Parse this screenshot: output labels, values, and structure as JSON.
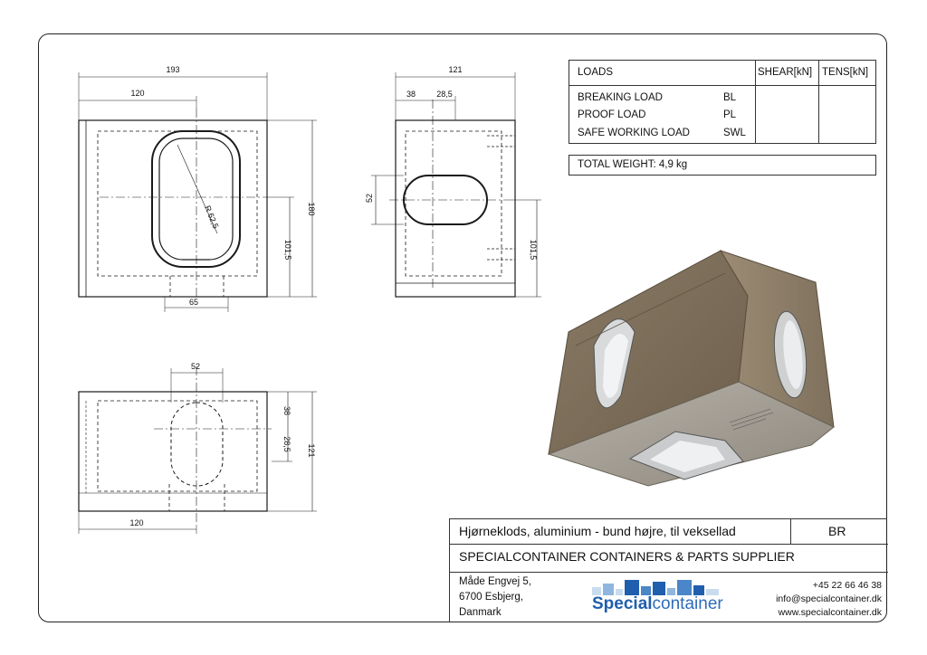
{
  "drawing": {
    "front_view": {
      "dims": [
        "193",
        "120",
        "180",
        "101,5",
        "65"
      ],
      "radius_label": "R 62,5"
    },
    "side_view": {
      "dims": [
        "121",
        "38",
        "28,5",
        "52",
        "101,5"
      ]
    },
    "bottom_view": {
      "dims": [
        "52",
        "38",
        "28,5",
        "121",
        "120"
      ]
    }
  },
  "loads_table": {
    "header": {
      "title": "LOADS",
      "shear": "SHEAR[kN]",
      "tens": "TENS[kN]"
    },
    "rows": [
      {
        "label": "BREAKING LOAD",
        "code": "BL"
      },
      {
        "label": "PROOF LOAD",
        "code": "PL"
      },
      {
        "label": "SAFE WORKING LOAD",
        "code": "SWL"
      }
    ],
    "total_weight": "TOTAL WEIGHT:  4,9 kg"
  },
  "title_block": {
    "description": "Hjørneklods, aluminium - bund højre, til veksellad",
    "code": "BR",
    "company": "SPECIALCONTAINER CONTAINERS & PARTS SUPPLIER",
    "address": [
      "Måde Engvej 5,",
      "6700 Esbjerg,",
      "Danmark"
    ],
    "contact": [
      "+45 22 66 46 38",
      "info@specialcontainer.dk",
      "www.specialcontainer.dk"
    ],
    "logo": {
      "word_bold": "Special",
      "word_light": "container",
      "colors": [
        "#1f5fae",
        "#4a86c8",
        "#8fb6de",
        "#c9dcef"
      ]
    }
  }
}
